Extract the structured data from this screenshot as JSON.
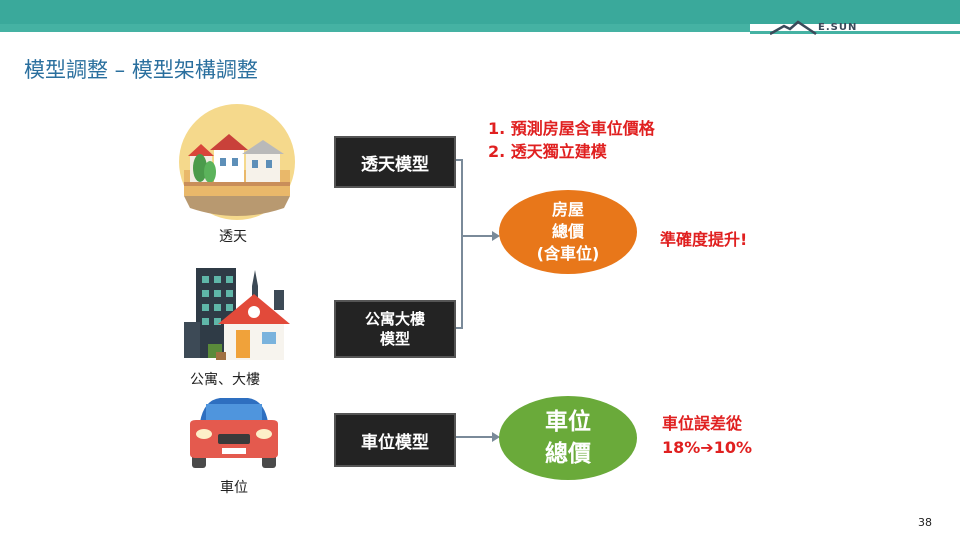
{
  "header": {
    "brand": "E.SUN"
  },
  "title": "模型調整 – 模型架構調整",
  "images": [
    {
      "name": "house-illustration",
      "label": "透天"
    },
    {
      "name": "apartment-illustration",
      "label": "公寓、大樓"
    },
    {
      "name": "car-illustration",
      "label": "車位"
    }
  ],
  "models": {
    "townhouse": "透天模型",
    "apartment_line1": "公寓大樓",
    "apartment_line2": "模型",
    "parking": "車位模型"
  },
  "notes": [
    "1.  預測房屋含車位價格",
    "2.  透天獨立建模"
  ],
  "outputs": {
    "house_line1": "房屋",
    "house_line2": "總價",
    "house_line3": "(含車位)",
    "parking_line1": "車位",
    "parking_line2": "總價"
  },
  "results": {
    "accuracy": "準確度提升!",
    "error_line1": "車位誤差從",
    "error_line2": "18%➔10%"
  },
  "colors": {
    "teal": "#3aa99b",
    "orange": "#e8771a",
    "green": "#6aaa3a",
    "red": "#e02020",
    "title": "#2a6f9e"
  },
  "page_number": "38"
}
